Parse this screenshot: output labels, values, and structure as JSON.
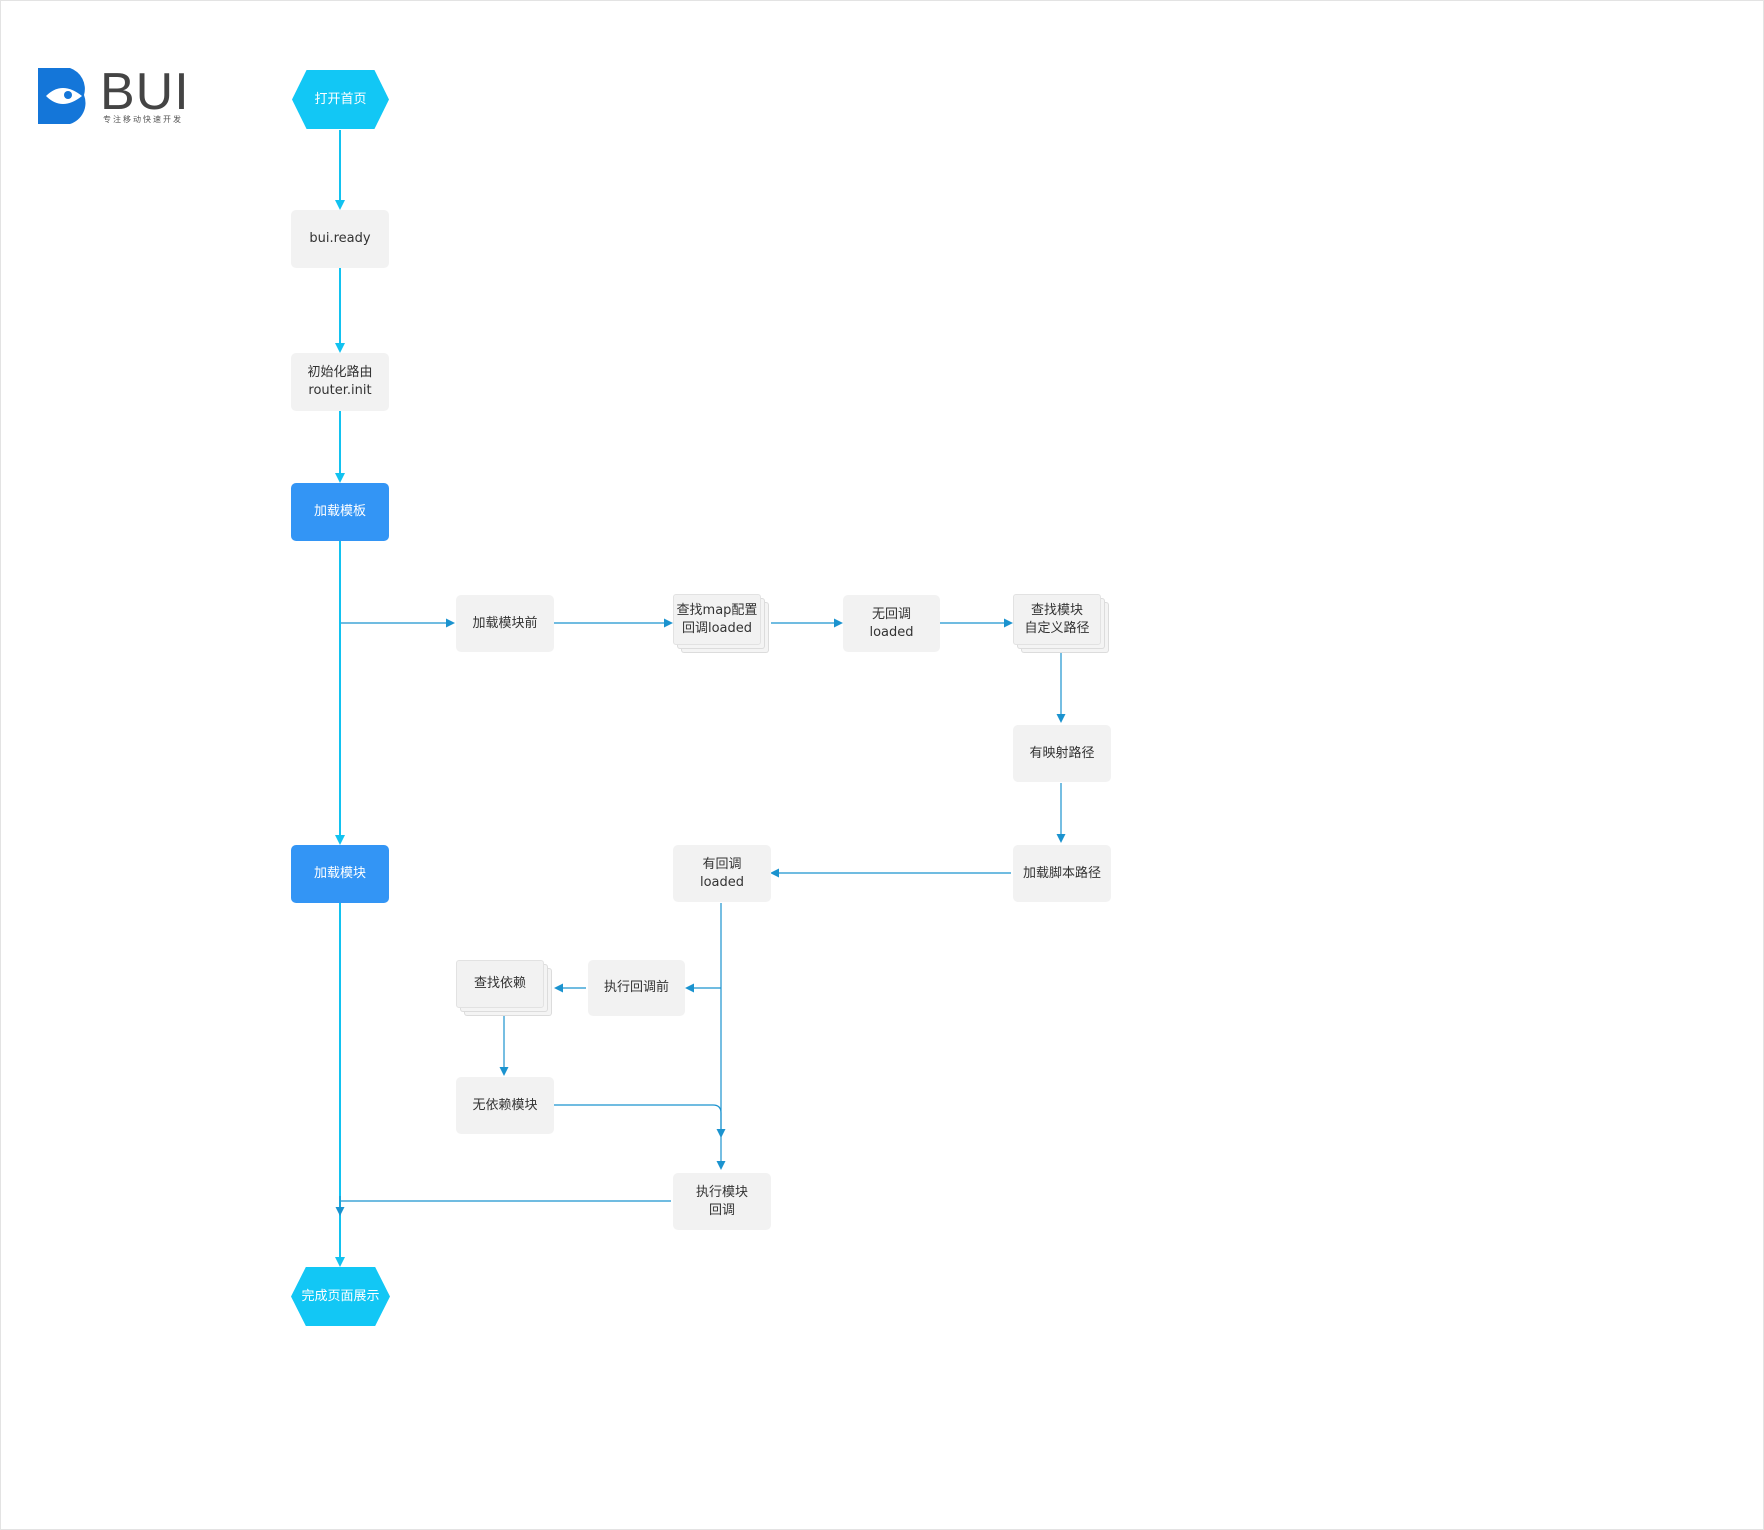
{
  "logo": {
    "brand": "BUI",
    "tagline": "专注移动快速开发",
    "icon": "fish-logo-icon",
    "color": "#1476d9"
  },
  "colors": {
    "main_line": "#12c2f0",
    "branch_line": "#1b93cf",
    "terminal": "#12c7f5",
    "primary": "#3395f5",
    "box": "#f2f2f2"
  },
  "nodes": {
    "start": "打开首页",
    "bui_ready": "bui.ready",
    "router_init": "初始化路由\nrouter.init",
    "load_template": "加载模板",
    "before_load_module": "加载模块前",
    "find_map_config": "查找map配置\n回调loaded",
    "no_callback": "无回调\nloaded",
    "find_module_path": "查找模块\n自定义路径",
    "has_mapped_path": "有映射路径",
    "load_script_path": "加载脚本路径",
    "has_callback": "有回调\nloaded",
    "load_module": "加载模块",
    "before_execute_callback": "执行回调前",
    "find_dependencies": "查找依赖",
    "no_dependency_module": "无依赖模块",
    "execute_module_callback": "执行模块\n回调",
    "finish": "完成页面展示"
  }
}
